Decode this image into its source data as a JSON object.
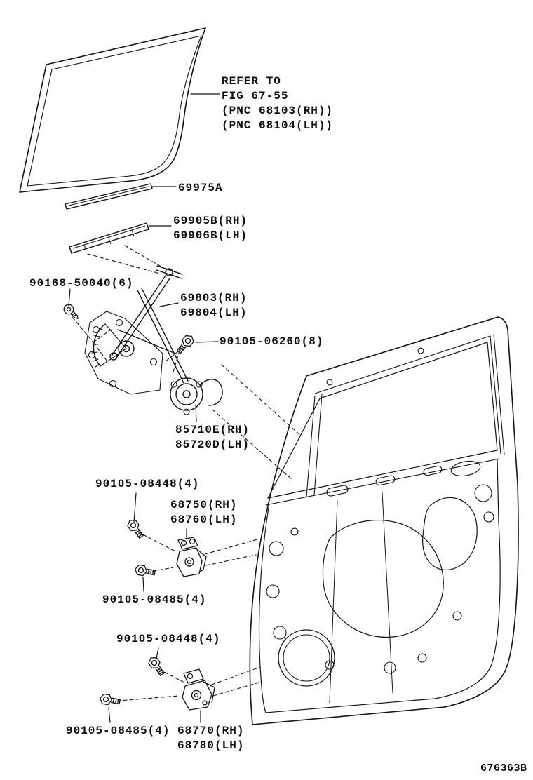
{
  "diagram": {
    "title": "rear door window regulator and hinge exploded diagram",
    "refer_note": [
      "REFER TO",
      "FIG 67-55",
      "(PNC 68103(RH))",
      "(PNC 68104(LH))"
    ],
    "parts": {
      "glass_run": "69975A",
      "belt_moulding_rh": "69905B(RH)",
      "belt_moulding_lh": "69906B(LH)",
      "regulator_screw": "90168-50040(6)",
      "regulator_rh": "69803(RH)",
      "regulator_lh": "69804(LH)",
      "motor_bolt": "90105-06260(8)",
      "motor_rh": "85710E(RH)",
      "motor_lh": "85720D(LH)",
      "hinge_upper_bolt_a": "90105-08448(4)",
      "hinge_upper_rh": "68750(RH)",
      "hinge_upper_lh": "68760(LH)",
      "hinge_upper_bolt_b": "90105-08485(4)",
      "hinge_lower_bolt_a": "90105-08448(4)",
      "hinge_lower_bolt_b": "90105-08485(4)",
      "hinge_lower_rh": "68770(RH)",
      "hinge_lower_lh": "68780(LH)"
    },
    "drawing_code": "676363B",
    "colors": {
      "line": "#141414",
      "background": "#ffffff"
    }
  }
}
